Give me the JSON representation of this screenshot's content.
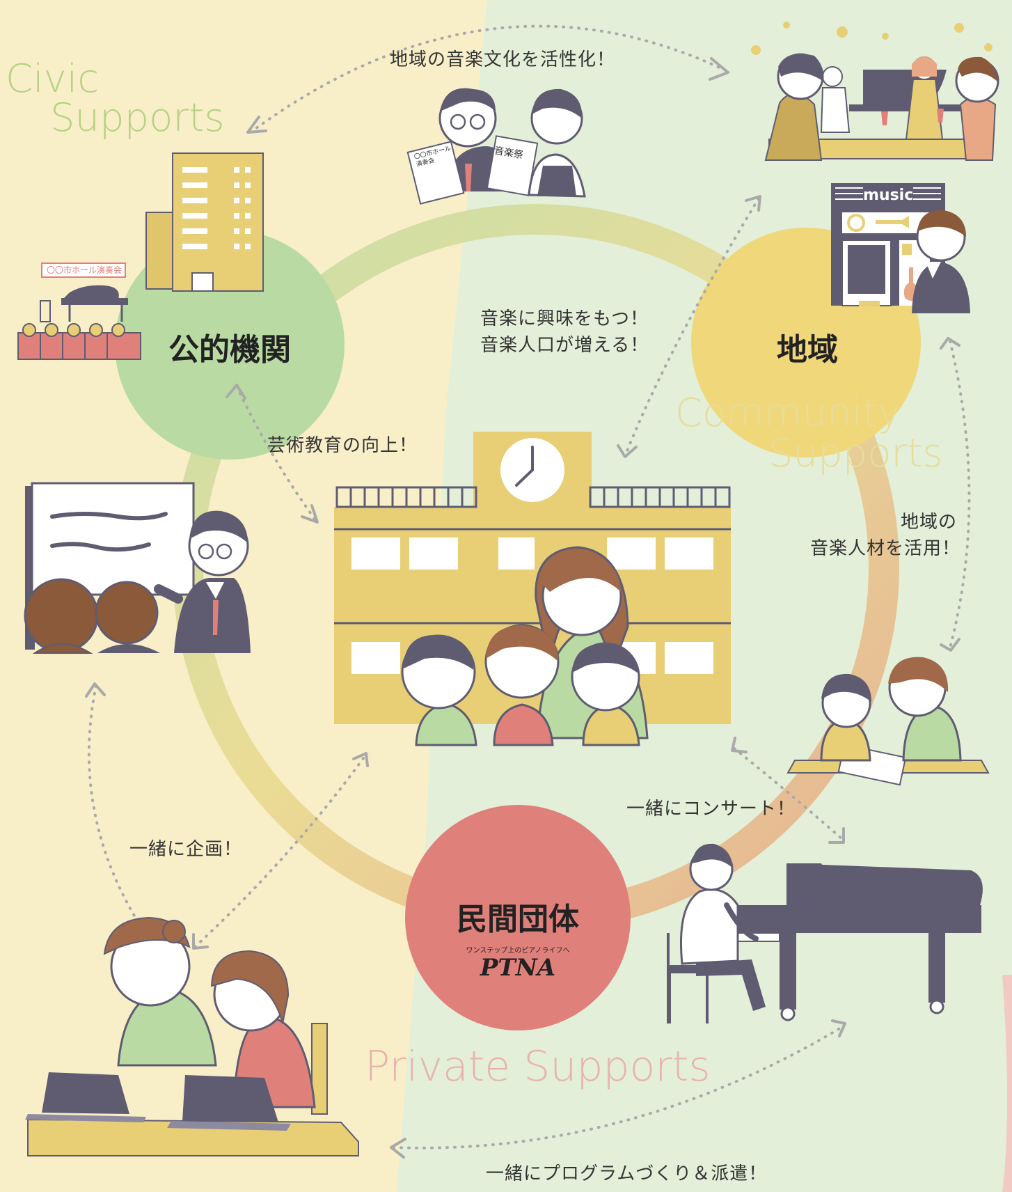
{
  "colors": {
    "bg_left": "#f8efc9",
    "bg_right": "#e3efd9",
    "civic": "#b9dba3",
    "community": "#f0d77a",
    "private": "#e0807a",
    "civic_text": "#b7d184",
    "community_text": "#e6dd9b",
    "private_text": "#e8b3ae",
    "building": "#e8cf76",
    "ink": "#5f5c72"
  },
  "hubs": {
    "civic": "公的機関",
    "community": "地域",
    "private": "民間団体"
  },
  "labels": {
    "civic_en_1": "Civic",
    "civic_en_2": "Supports",
    "community_en_1": "Community",
    "community_en_2": "Supports",
    "private_en": "Private Supports"
  },
  "captions": {
    "top": "地域の音楽文化を活性化！",
    "center_1": "音楽に興味をもつ！",
    "center_2": "音楽人口が増える！",
    "arts": "芸術教育の向上！",
    "talent_1": "地域の",
    "talent_2": "音楽人材を活用！",
    "concert": "一緒にコンサート！",
    "plan": "一緒に企画！",
    "program": "一緒にプログラムづくり＆派遣！"
  },
  "signs": {
    "hall_banner": "〇〇市ホール演奏会",
    "music_store": "music",
    "doc_left": "〇〇市ホール演奏会",
    "doc_right": "音楽祭"
  },
  "ptna": {
    "tagline": "ワンステップ上のピアノライフへ",
    "name": "PTNA"
  },
  "icons": [
    "office-building-icon",
    "concert-hall-icon",
    "staff-with-documents-icon",
    "cafe-concert-icon",
    "music-store-icon",
    "teacher-icon",
    "school-building-icon",
    "students-icon",
    "tutoring-icon",
    "pianist-icon",
    "office-workers-icon"
  ]
}
